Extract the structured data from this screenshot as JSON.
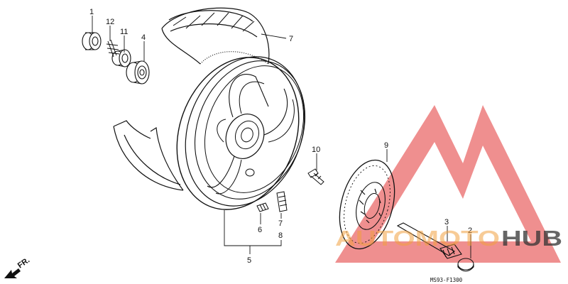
{
  "callouts": {
    "c1": "1",
    "c2": "2",
    "c3": "3",
    "c4": "4",
    "c5": "5",
    "c6": "6",
    "c7a": "7",
    "c7b": "7",
    "c8": "8",
    "c9": "9",
    "c10": "10",
    "c11": "11",
    "c12": "12"
  },
  "direction_label": "FR.",
  "diagram_code": "MS93-F1300",
  "watermark": {
    "text_part1": "AUTOMOTO",
    "text_part2": "HUB",
    "color_accent": "#f0a040",
    "color_dark": "#333333",
    "logo_color": "#ea6a6a"
  }
}
